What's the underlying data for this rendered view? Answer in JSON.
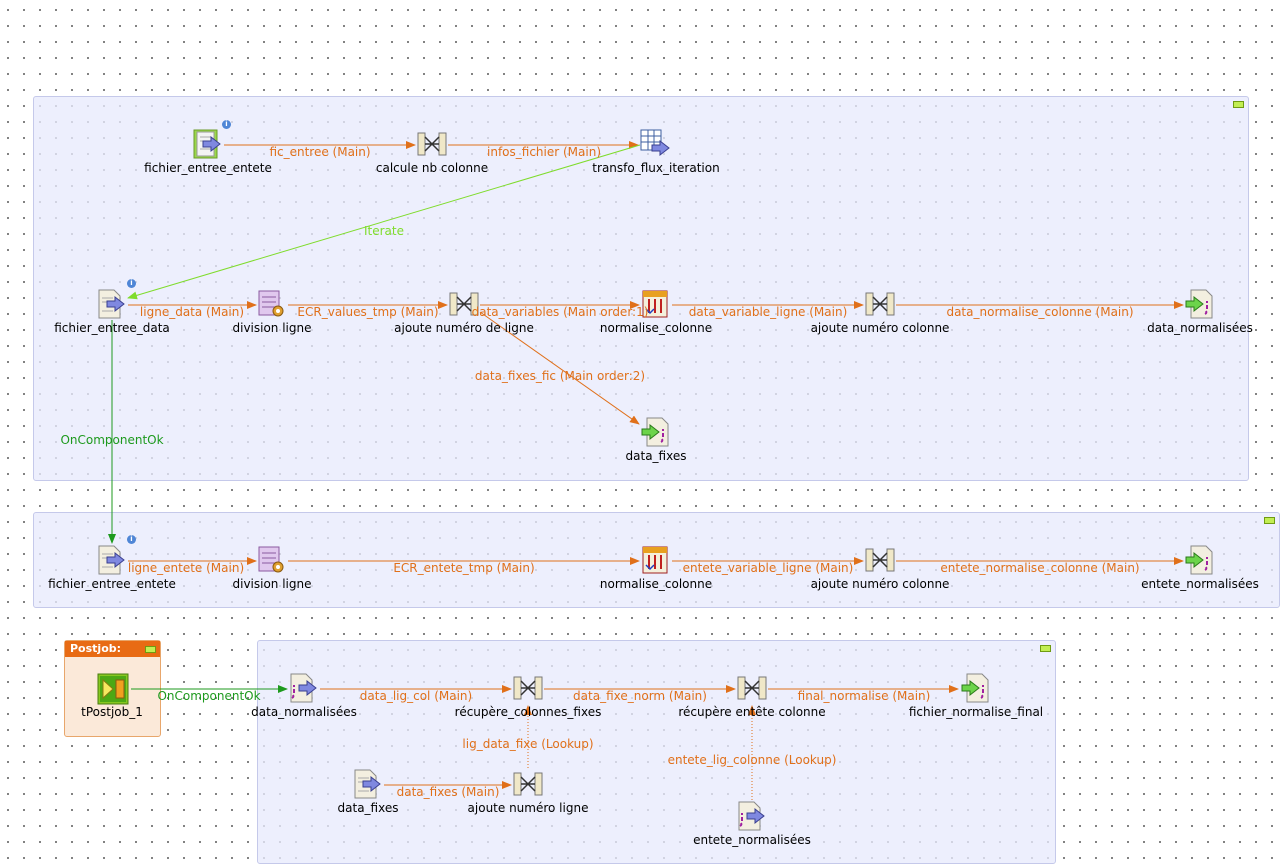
{
  "subjob1": {
    "components": {
      "c1": {
        "label": "fichier_entree_entete",
        "icon": "file-input-icon"
      },
      "c2": {
        "label": "calcule nb colonne",
        "icon": "map-icon"
      },
      "c3": {
        "label": "transfo_flux_iteration",
        "icon": "flow-to-iterate-icon"
      },
      "c4": {
        "label": "fichier_entree_data",
        "icon": "file-input-icon"
      },
      "c5": {
        "label": "division ligne",
        "icon": "split-row-icon"
      },
      "c6": {
        "label": "ajoute numéro de ligne",
        "icon": "map-icon"
      },
      "c7": {
        "label": "normalise_colonne",
        "icon": "normalize-icon"
      },
      "c8": {
        "label": "ajoute numéro colonne",
        "icon": "map-icon"
      },
      "c9": {
        "label": "data_normalisées",
        "icon": "file-output-icon"
      },
      "c10": {
        "label": "data_fixes",
        "icon": "file-output-icon"
      }
    },
    "links": {
      "l1": "fic_entree (Main)",
      "l2": "infos_fichier (Main)",
      "l3": "Iterate",
      "l4": "ligne_data (Main)",
      "l5": "ECR_values_tmp (Main)",
      "l6": "data_variables (Main order:1)",
      "l7": "data_variable_ligne (Main)",
      "l8": "data_normalise_colonne (Main)",
      "l9": "data_fixes_fic (Main order:2)"
    }
  },
  "trigger1": "OnComponentOk",
  "subjob2": {
    "components": {
      "c1": {
        "label": "fichier_entree_entete",
        "icon": "file-input-icon"
      },
      "c2": {
        "label": "division ligne",
        "icon": "split-row-icon"
      },
      "c3": {
        "label": "normalise_colonne",
        "icon": "normalize-icon"
      },
      "c4": {
        "label": "ajoute numéro colonne",
        "icon": "map-icon"
      },
      "c5": {
        "label": "entete_normalisées",
        "icon": "file-output-icon"
      }
    },
    "links": {
      "l1": "ligne_entete (Main)",
      "l2": "ECR_entete_tmp (Main)",
      "l3": "entete_variable_ligne (Main)",
      "l4": "entete_normalise_colonne (Main)"
    }
  },
  "postjob": {
    "title": "Postjob:",
    "component": {
      "label": "tPostjob_1",
      "icon": "postjob-icon"
    },
    "trigger": "OnComponentOk"
  },
  "subjob3": {
    "components": {
      "c1": {
        "label": "data_normalisées",
        "icon": "file-input-icon"
      },
      "c2": {
        "label": "récupère_colonnes_fixes",
        "icon": "map-icon"
      },
      "c3": {
        "label": "récupère entête colonne",
        "icon": "map-icon"
      },
      "c4": {
        "label": "fichier_normalise_final",
        "icon": "file-output-icon"
      },
      "c5": {
        "label": "data_fixes",
        "icon": "file-input-icon"
      },
      "c6": {
        "label": "ajoute numéro ligne",
        "icon": "map-icon"
      },
      "c7": {
        "label": "entete_normalisées",
        "icon": "file-input-icon"
      }
    },
    "links": {
      "l1": "data_lig_col (Main)",
      "l2": "data_fixe_norm (Main)",
      "l3": "final_normalise (Main)",
      "l4": "lig_data_fixe (Lookup)",
      "l5": "data_fixes (Main)",
      "l6": "entete_lig_colonne (Lookup)"
    }
  },
  "colors": {
    "main_link": "#e0701a",
    "trigger_link": "#1e9a1e",
    "iterate_link": "#7fdc2c",
    "subjob_bg": "#e8eafc",
    "postjob_header": "#e86b14"
  }
}
